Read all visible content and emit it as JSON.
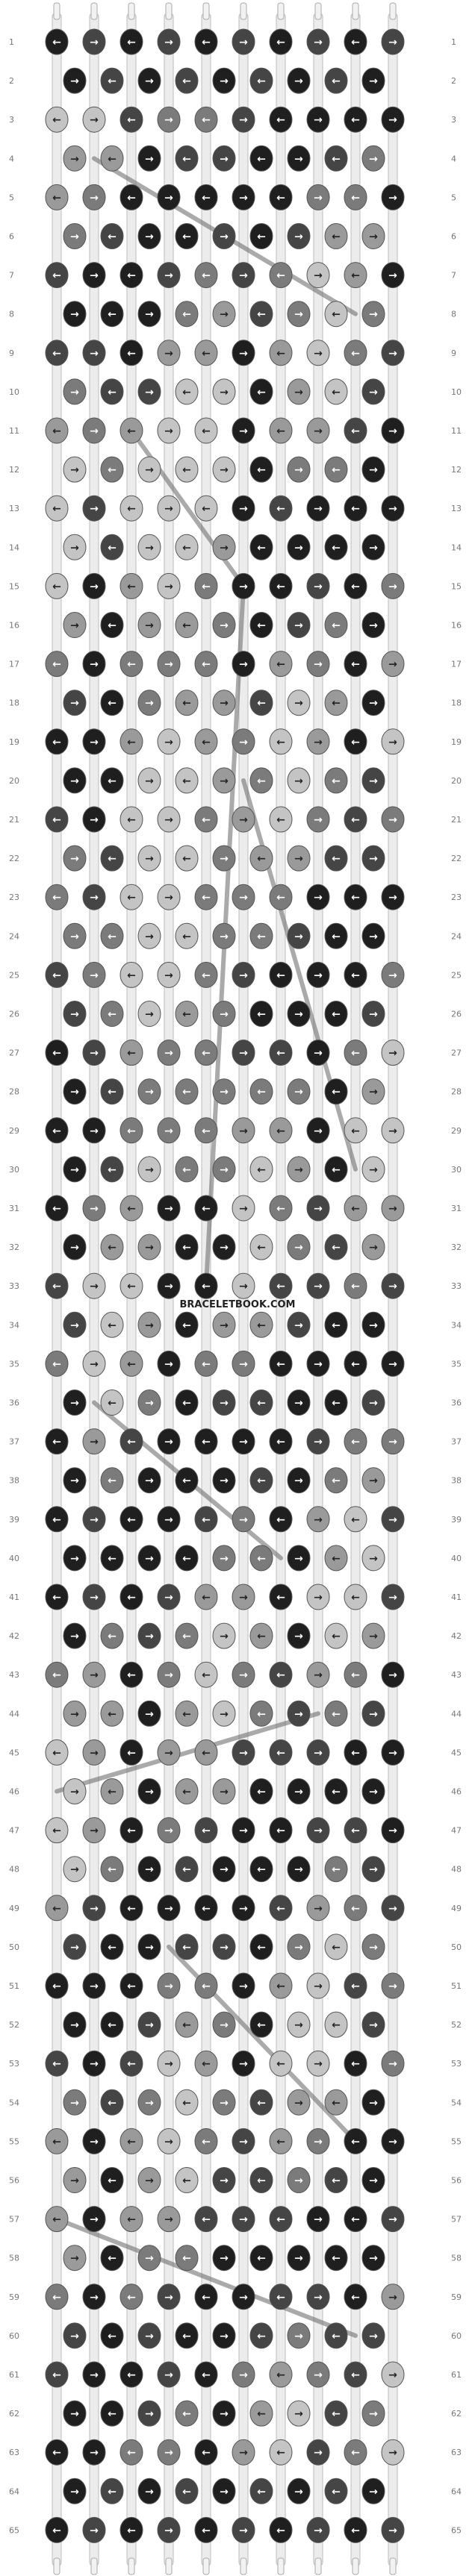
{
  "site": {
    "watermark": "BRACELETBOOK.COM"
  },
  "pattern": {
    "strings": 10,
    "rows": 65,
    "row_numbers": [
      "1",
      "2",
      "3",
      "4",
      "5",
      "6",
      "7",
      "8",
      "9",
      "10",
      "11",
      "12",
      "13",
      "14",
      "15",
      "16",
      "17",
      "18",
      "19",
      "20",
      "21",
      "22",
      "23",
      "24",
      "25",
      "26",
      "27",
      "28",
      "29",
      "30",
      "31",
      "32",
      "33",
      "34",
      "35",
      "36",
      "37",
      "38",
      "39",
      "40",
      "41",
      "42",
      "43",
      "44",
      "45",
      "46",
      "47",
      "48",
      "49",
      "50",
      "51",
      "52",
      "53",
      "54",
      "55",
      "56",
      "57",
      "58",
      "59",
      "60",
      "61",
      "62",
      "63",
      "64",
      "65"
    ],
    "palette": {
      "black": "#1f1f1f",
      "dark": "#454545",
      "mid": "#7b7b7b",
      "gray": "#9a9a9a",
      "light": "#c4c4c4",
      "thread_bg": "#e6e6e6",
      "arrow_on_dark": "#ffffff",
      "arrow_on_light": "#222222"
    }
  }
}
